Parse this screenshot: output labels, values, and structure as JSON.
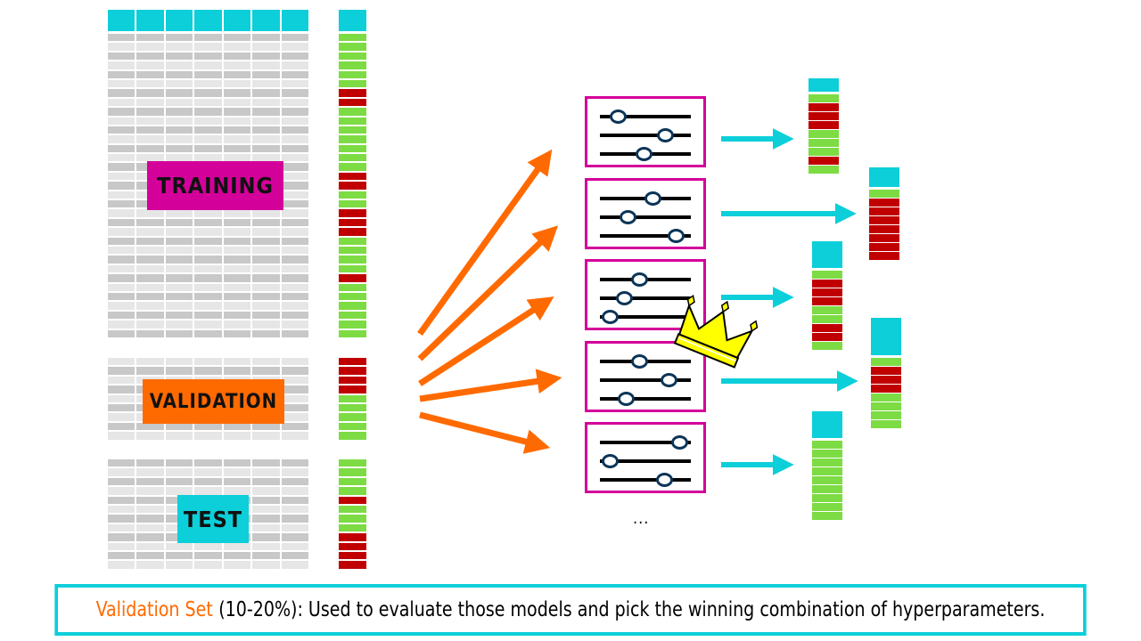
{
  "colors": {
    "header": "#0ccfd9",
    "positive": "#7ddb43",
    "negative": "#c00000",
    "row_dark": "#c8c8c8",
    "row_light": "#e6e6e6",
    "training": "#d4009a",
    "validation": "#ff6a00",
    "test": "#0ccfd9",
    "arrow_orange": "#ff6a00",
    "arrow_cyan": "#0ccfd9",
    "knob": "#0c3558",
    "crown": "#ffff00"
  },
  "datasets": {
    "training": {
      "label": "TRAINING",
      "labels": [
        "G",
        "G",
        "G",
        "G",
        "G",
        "G",
        "R",
        "R",
        "G",
        "G",
        "G",
        "G",
        "G",
        "G",
        "G",
        "R",
        "R",
        "G",
        "G",
        "R",
        "R",
        "R",
        "G",
        "G",
        "G",
        "G",
        "R",
        "G",
        "G",
        "G",
        "G",
        "G",
        "G"
      ]
    },
    "validation": {
      "label": "VALIDATION",
      "labels": [
        "R",
        "R",
        "R",
        "R",
        "G",
        "G",
        "G",
        "G",
        "G"
      ]
    },
    "test": {
      "label": "TEST",
      "labels": [
        "G",
        "G",
        "G",
        "G",
        "R",
        "G",
        "G",
        "G",
        "R",
        "R",
        "R",
        "R"
      ]
    }
  },
  "models": [
    {
      "knobs": [
        0.2,
        0.72,
        0.48
      ],
      "results": [
        "G",
        "R",
        "R",
        "R",
        "G",
        "G",
        "G",
        "R",
        "G"
      ]
    },
    {
      "knobs": [
        0.58,
        0.3,
        0.83
      ],
      "results": [
        "G",
        "R",
        "R",
        "R",
        "R",
        "R",
        "R",
        "R"
      ]
    },
    {
      "knobs": [
        0.43,
        0.26,
        0.11
      ],
      "results": [
        "G",
        "R",
        "R",
        "R",
        "G",
        "G",
        "R",
        "R",
        "G"
      ],
      "winner": true
    },
    {
      "knobs": [
        0.43,
        0.75,
        0.28
      ],
      "results": [
        "G",
        "R",
        "R",
        "R",
        "G",
        "G",
        "G",
        "G"
      ]
    },
    {
      "knobs": [
        0.87,
        0.11,
        0.71
      ],
      "results": [
        "G",
        "G",
        "G",
        "G",
        "G",
        "G",
        "G",
        "G",
        "G"
      ]
    }
  ],
  "ellipsis": "...",
  "caption": {
    "highlight": "Validation Set",
    "text": "(10-20%): Used to evaluate those models and pick the winning combination of hyperparameters."
  }
}
